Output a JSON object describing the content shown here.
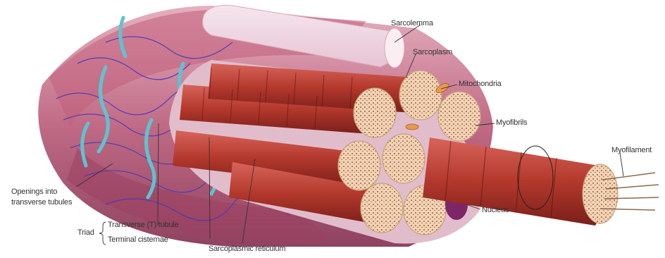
{
  "diagram": {
    "labels": {
      "sarcolemma": "Sarcolemma",
      "sarcoplasm": "Sarcoplasm",
      "mitochondria": "Mitochondria",
      "myofibrils": "Myofibrils",
      "myofilament": "Myofilament",
      "nucleus": "Nucleus",
      "openings_line1": "Openings into",
      "openings_line2": "transverse tubules",
      "triad": "Triad",
      "transverse_tubule": "Transverse (T) tubule",
      "terminal_cisternae": "Terminal cisternae",
      "sarcoplasmic_reticulum": "Sarcoplasmic reticulum"
    },
    "colors": {
      "muscle": "#b3382c",
      "muscle_dark": "#7a1f1a",
      "fiber_pink": "#c97c8f",
      "reticulum": "#4b3bb8",
      "tubule": "#5fc3cf",
      "myofibril_end": "#f1d4b4",
      "nucleus": "#7d2567"
    }
  }
}
